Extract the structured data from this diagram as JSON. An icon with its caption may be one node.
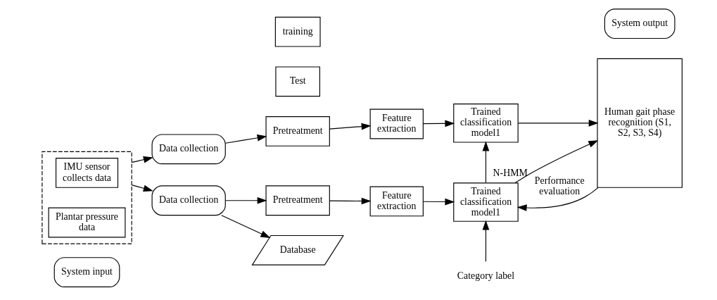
{
  "diagram": {
    "nodes": [
      {
        "text": [
          "System input"
        ]
      },
      {
        "text": [],
        "shape": "box"
      },
      {
        "text": [
          "IMU sensor collects data"
        ],
        "in": 1
      },
      {
        "text": [
          "Plantar pressure data"
        ],
        "in": 1
      },
      {
        "text": [
          "Test"
        ]
      },
      {
        "text": [
          "Data collection"
        ]
      },
      {
        "text": [
          "Pretreatment"
        ]
      },
      {
        "text": [
          "Feature extraction"
        ]
      },
      {
        "text": [
          "Trained classification model1"
        ]
      },
      {
        "text": [
          "System output"
        ]
      },
      {
        "text": [
          "Human gait phase recognition (S1, S2, S3, S4)"
        ]
      },
      {
        "text": [
          "Data collection"
        ]
      },
      {
        "text": [
          "Pretreatment"
        ]
      },
      {
        "text": [
          "Feature extraction"
        ]
      },
      {
        "text": [
          "Trained classification model1"
        ]
      },
      {
        "text": [
          "Database"
        ]
      },
      {
        "text": [
          "training"
        ]
      },
      {
        "text": [
          "Category label"
        ]
      }
    ],
    "edges": [
      {
        "from": 1,
        "to": 5,
        "arrow": "to"
      },
      {
        "from": 5,
        "to": 6,
        "arrow": "to"
      },
      {
        "from": 6,
        "to": 7,
        "arrow": "to"
      },
      {
        "from": 7,
        "to": 8,
        "arrow": "to"
      },
      {
        "from": 8,
        "to": 10,
        "arrow": "to"
      },
      {
        "from": 1,
        "to": 11,
        "arrow": "to"
      },
      {
        "from": 11,
        "to": 12,
        "arrow": "to"
      },
      {
        "from": 12,
        "to": 13,
        "arrow": "to"
      },
      {
        "from": 13,
        "to": 14,
        "arrow": "to"
      },
      {
        "from": 14,
        "to": 10,
        "arrow": "to"
      },
      {
        "from": 10,
        "to": 14,
        "arrow": "to",
        "label": "Performance evaluation"
      },
      {
        "from": 14,
        "to": 8,
        "arrow": "to",
        "label": "N-HMM"
      },
      {
        "from": 17,
        "to": 14,
        "arrow": "to"
      },
      {
        "from": 11,
        "to": 15,
        "arrow": "to"
      }
    ]
  }
}
